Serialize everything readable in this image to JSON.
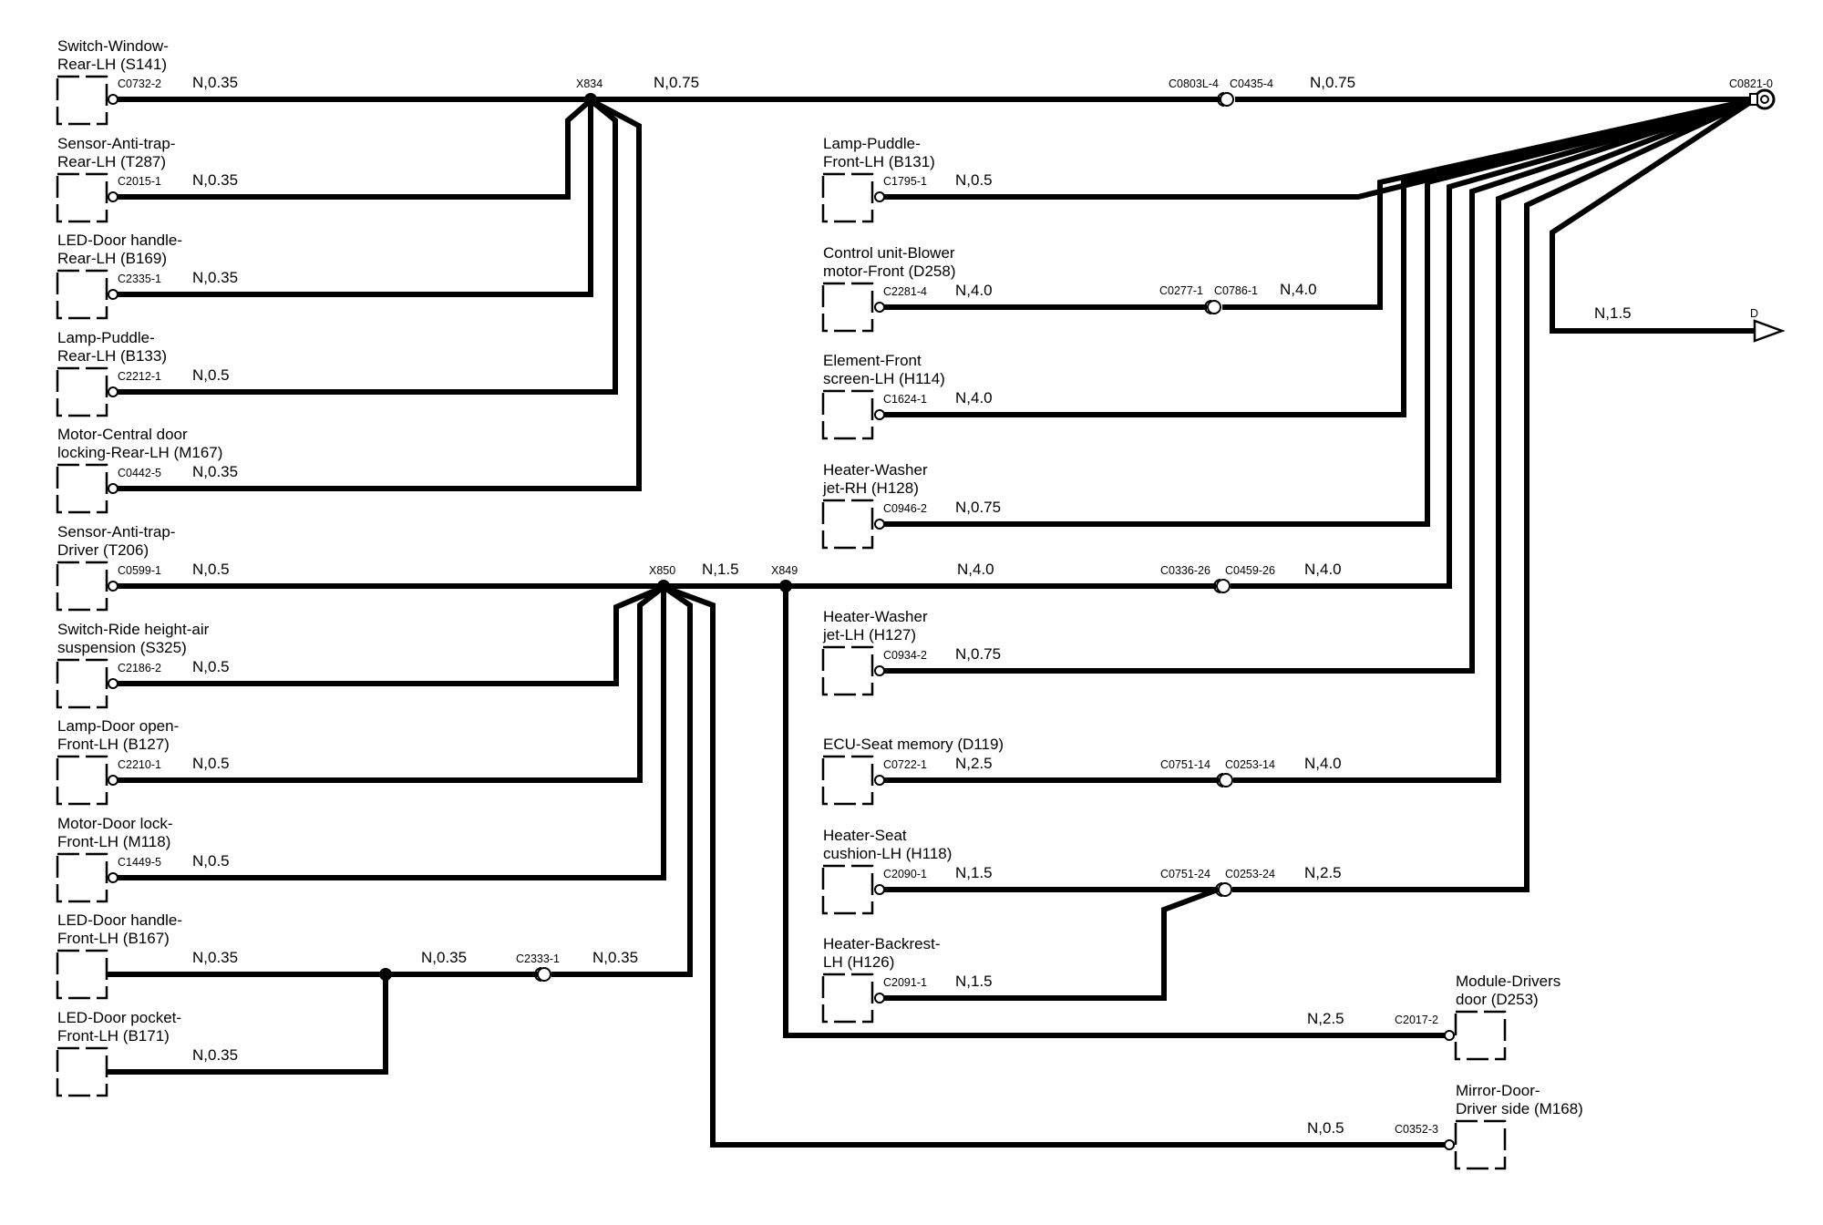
{
  "components": [
    {
      "id": "s141",
      "line1": "Switch-Window-",
      "line2": "Rear-LH (S141)",
      "pin": "C0732-2",
      "spec": "N,0.35"
    },
    {
      "id": "t287",
      "line1": "Sensor-Anti-trap-",
      "line2": "Rear-LH (T287)",
      "pin": "C2015-1",
      "spec": "N,0.35"
    },
    {
      "id": "b169",
      "line1": "LED-Door handle-",
      "line2": "Rear-LH (B169)",
      "pin": "C2335-1",
      "spec": "N,0.35"
    },
    {
      "id": "b133",
      "line1": "Lamp-Puddle-",
      "line2": "Rear-LH (B133)",
      "pin": "C2212-1",
      "spec": "N,0.5"
    },
    {
      "id": "m167",
      "line1": "Motor-Central door",
      "line2": "locking-Rear-LH (M167)",
      "pin": "C0442-5",
      "spec": "N,0.35"
    },
    {
      "id": "t206",
      "line1": "Sensor-Anti-trap-",
      "line2": "Driver (T206)",
      "pin": "C0599-1",
      "spec": "N,0.5"
    },
    {
      "id": "s325",
      "line1": "Switch-Ride height-air",
      "line2": "suspension (S325)",
      "pin": "C2186-2",
      "spec": "N,0.5"
    },
    {
      "id": "b127",
      "line1": "Lamp-Door open-",
      "line2": "Front-LH (B127)",
      "pin": "C2210-1",
      "spec": "N,0.5"
    },
    {
      "id": "m118",
      "line1": "Motor-Door lock-",
      "line2": "Front-LH (M118)",
      "pin": "C1449-5",
      "spec": "N,0.5"
    },
    {
      "id": "b167",
      "line1": "LED-Door handle-",
      "line2": "Front-LH (B167)",
      "pin": "",
      "spec": "N,0.35"
    },
    {
      "id": "b171",
      "line1": "LED-Door pocket-",
      "line2": "Front-LH (B171)",
      "pin": "",
      "spec": "N,0.35"
    },
    {
      "id": "b131",
      "line1": "Lamp-Puddle-",
      "line2": "Front-LH (B131)",
      "pin": "C1795-1",
      "spec": "N,0.5"
    },
    {
      "id": "d258",
      "line1": "Control unit-Blower",
      "line2": "motor-Front (D258)",
      "pin": "C2281-4",
      "spec": "N,4.0"
    },
    {
      "id": "h114",
      "line1": "Element-Front",
      "line2": "screen-LH (H114)",
      "pin": "C1624-1",
      "spec": "N,4.0"
    },
    {
      "id": "h128",
      "line1": "Heater-Washer",
      "line2": "jet-RH (H128)",
      "pin": "C0946-2",
      "spec": "N,0.75"
    },
    {
      "id": "h127",
      "line1": "Heater-Washer",
      "line2": "jet-LH (H127)",
      "pin": "C0934-2",
      "spec": "N,0.75"
    },
    {
      "id": "d119",
      "line1": "ECU-Seat memory (D119)",
      "line2": "",
      "pin": "C0722-1",
      "spec": "N,2.5"
    },
    {
      "id": "h118",
      "line1": "Heater-Seat",
      "line2": "cushion-LH (H118)",
      "pin": "C2090-1",
      "spec": "N,1.5"
    },
    {
      "id": "h126",
      "line1": "Heater-Backrest-",
      "line2": "LH (H126)",
      "pin": "C2091-1",
      "spec": "N,1.5"
    },
    {
      "id": "d253",
      "line1": "Module-Drivers",
      "line2": "door (D253)",
      "pin": "C2017-2",
      "spec": "N,2.5"
    },
    {
      "id": "m168",
      "line1": "Mirror-Door-",
      "line2": "Driver side (M168)",
      "pin": "C0352-3",
      "spec": "N,0.5"
    }
  ],
  "splices": {
    "x834": "X834",
    "x850": "X850",
    "x849": "X849"
  },
  "trunks": {
    "x834_out": "N,0.75",
    "x850_out": "N,1.5",
    "x849_out": "N,4.0",
    "lamp_out": "N,0.35",
    "lamp_joined": "N,0.35",
    "d_out": "N,1.5"
  },
  "inline_connectors": {
    "c0803l": "C0803L-4",
    "c0435": "C0435-4",
    "c0435_spec": "N,0.75",
    "c0277": "C0277-1",
    "c0786": "C0786-1",
    "c0786_spec": "N,4.0",
    "c0336": "C0336-26",
    "c0459": "C0459-26",
    "c0459_spec": "N,4.0",
    "c0751_14": "C0751-14",
    "c0253_14": "C0253-14",
    "c0253_14_spec": "N,4.0",
    "c0751_24": "C0751-24",
    "c0253_24": "C0253-24",
    "c0253_24_spec": "N,2.5",
    "c2333": "C2333-1"
  },
  "ground": {
    "connector": "C0821-0",
    "continuation": "D"
  }
}
